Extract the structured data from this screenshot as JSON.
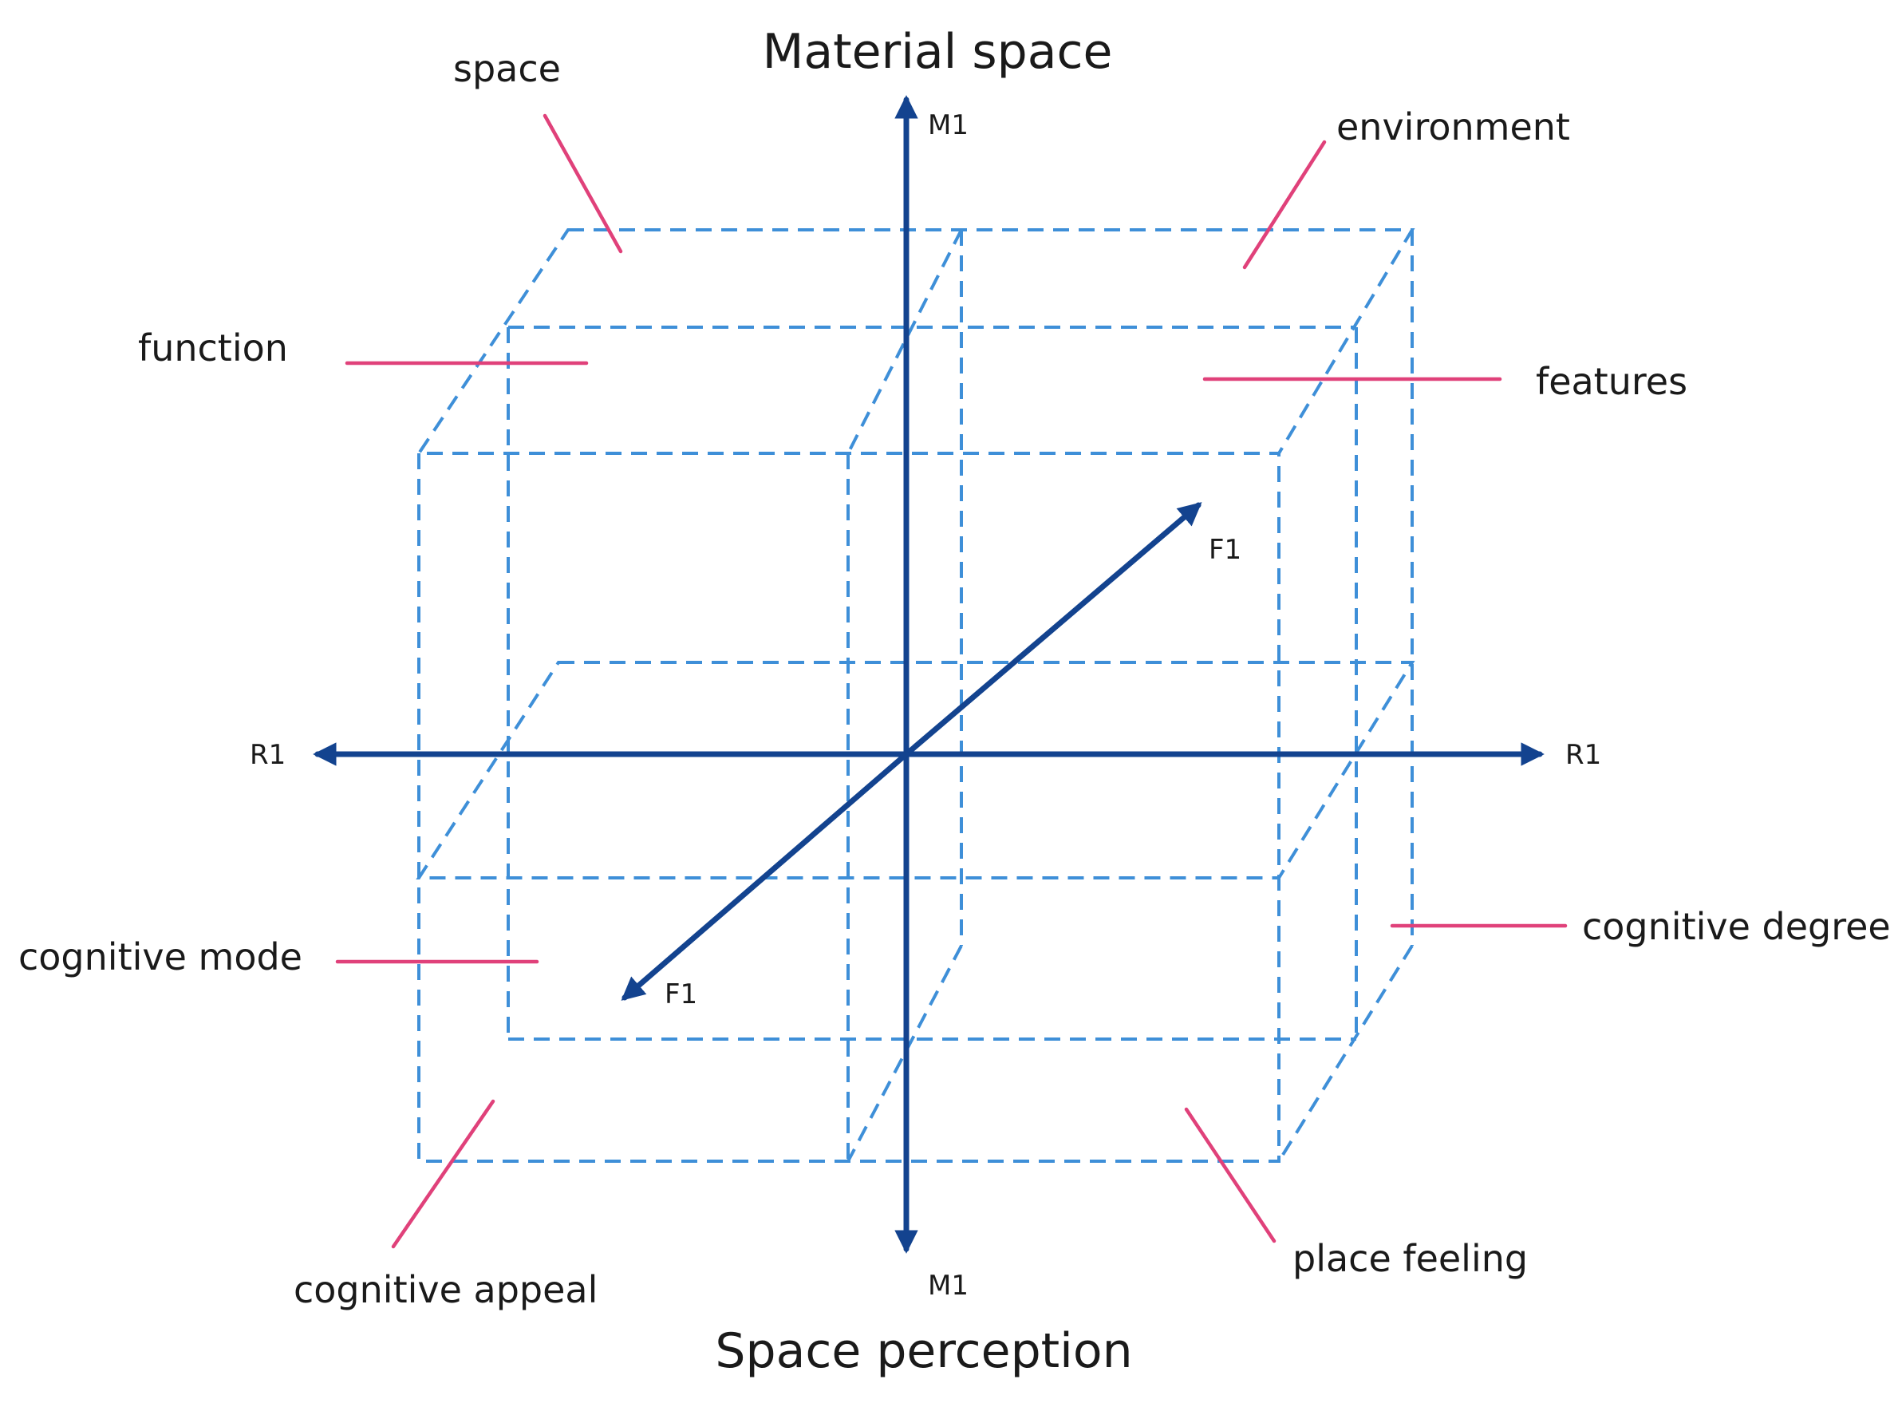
{
  "titles": {
    "top": "Material space",
    "bottom": "Space perception"
  },
  "axes": {
    "m1_top": "M1",
    "m1_bottom": "M1",
    "r1_left": "R1",
    "r1_right": "R1",
    "f1_upper": "F1",
    "f1_lower": "F1"
  },
  "labels": {
    "space": "space",
    "environment": "environment",
    "function": "function",
    "features": "features",
    "cognitive_mode": "cognitive mode",
    "cognitive_degree": "cognitive degree",
    "cognitive_appeal": "cognitive appeal",
    "place_feeling": "place feeling"
  },
  "colors": {
    "axis": "#13438f",
    "dashed_box": "#3e8fd8",
    "leader": "#e0417a"
  }
}
